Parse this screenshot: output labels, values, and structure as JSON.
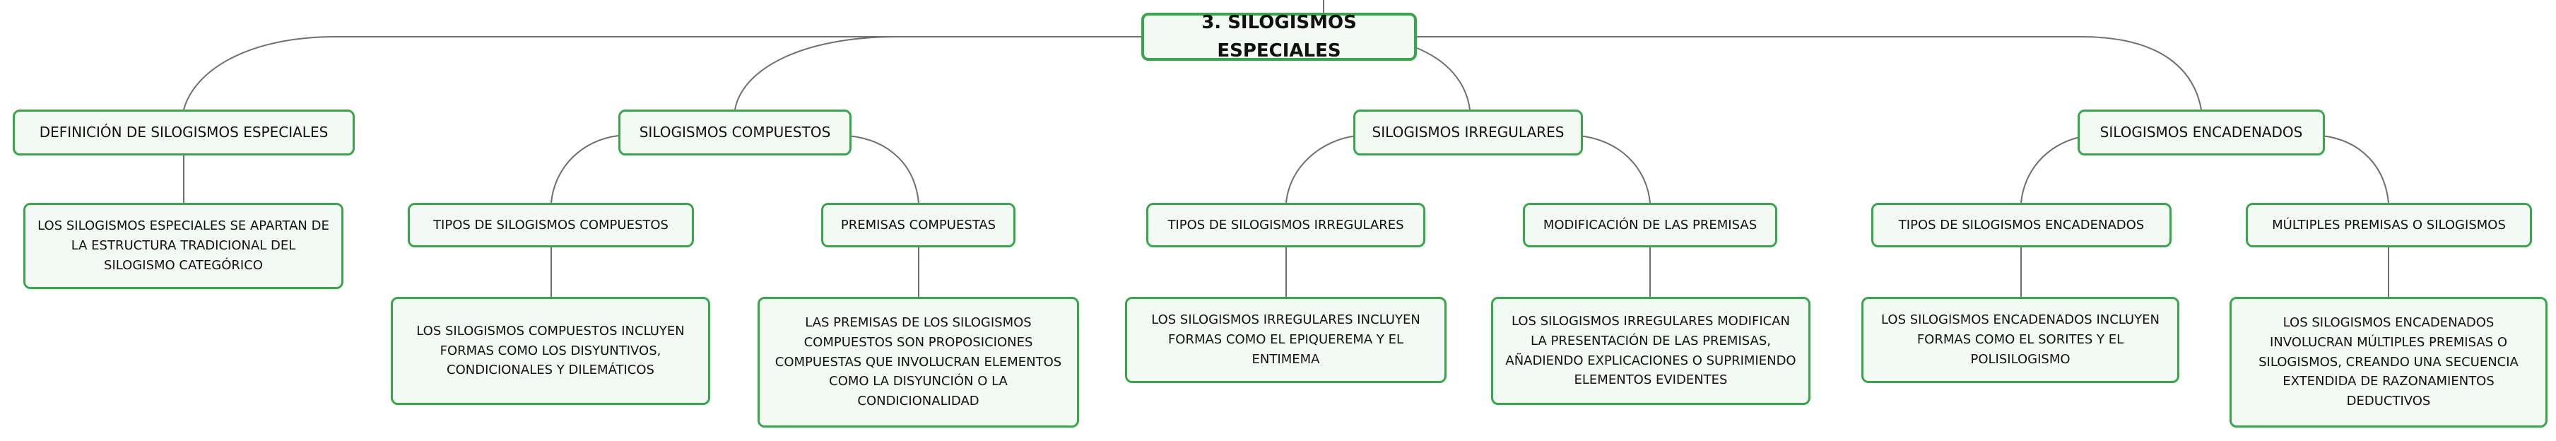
{
  "root": {
    "label": "3. SILOGISMOS ESPECIALES"
  },
  "sections": [
    {
      "label": "DEFINICIÓN DE SILOGISMOS ESPECIALES",
      "children": [
        {
          "text": "LOS SILOGISMOS ESPECIALES SE APARTAN DE LA ESTRUCTURA TRADICIONAL DEL SILOGISMO CATEGÓRICO"
        }
      ]
    },
    {
      "label": "SILOGISMOS COMPUESTOS",
      "children": [
        {
          "label": "TIPOS DE SILOGISMOS COMPUESTOS",
          "text": "LOS SILOGISMOS COMPUESTOS INCLUYEN FORMAS COMO LOS DISYUNTIVOS, CONDICIONALES Y DILEMÁTICOS"
        },
        {
          "label": "PREMISAS COMPUESTAS",
          "text": "LAS PREMISAS DE LOS SILOGISMOS COMPUESTOS SON PROPOSICIONES COMPUESTAS QUE INVOLUCRAN ELEMENTOS COMO LA DISYUNCIÓN O LA CONDICIONALIDAD"
        }
      ]
    },
    {
      "label": "SILOGISMOS IRREGULARES",
      "children": [
        {
          "label": "TIPOS DE SILOGISMOS IRREGULARES",
          "text": "LOS SILOGISMOS IRREGULARES INCLUYEN FORMAS COMO EL EPIQUEREMA Y EL ENTIMEMA"
        },
        {
          "label": "MODIFICACIÓN DE LAS PREMISAS",
          "text": "LOS SILOGISMOS IRREGULARES MODIFICAN LA PRESENTACIÓN DE LAS PREMISAS, AÑADIENDO EXPLICACIONES O SUPRIMIENDO ELEMENTOS EVIDENTES"
        }
      ]
    },
    {
      "label": "SILOGISMOS ENCADENADOS",
      "children": [
        {
          "label": "TIPOS DE SILOGISMOS ENCADENADOS",
          "text": "LOS SILOGISMOS ENCADENADOS INCLUYEN FORMAS COMO EL SORITES Y EL POLISILOGISMO"
        },
        {
          "label": "MÚLTIPLES PREMISAS O SILOGISMOS",
          "text": "LOS SILOGISMOS ENCADENADOS INVOLUCRAN MÚLTIPLES PREMISAS O SILOGISMOS, CREANDO UNA SECUENCIA EXTENDIDA DE RAZONAMIENTOS DEDUCTIVOS"
        }
      ]
    }
  ]
}
